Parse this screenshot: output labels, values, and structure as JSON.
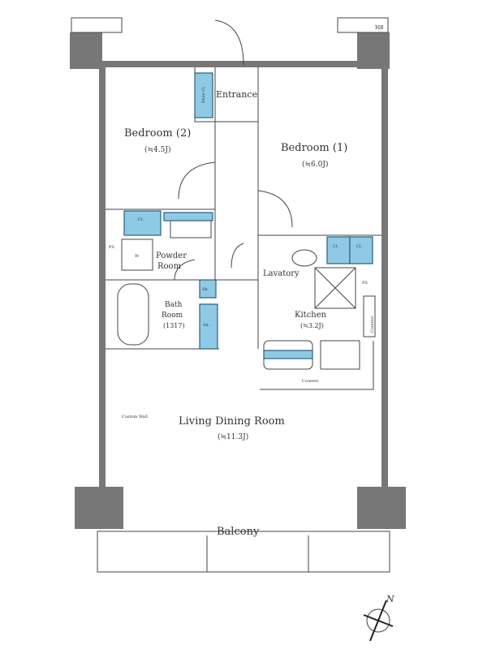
{
  "rooms": {
    "entrance": "Entrance",
    "shoe_closet": "Shoe Cl.",
    "bedroom2": "Bedroom (2)",
    "bedroom2_size": "(≒4.5J)",
    "bedroom1": "Bedroom (1)",
    "bedroom1_size": "(≒6.0J)",
    "closet": "Cl.",
    "washer": "W",
    "powder_room_1": "Powder",
    "powder_room_2": "Room",
    "ps": "PS",
    "lavatory": "Lavatory",
    "bath_1": "Bath",
    "bath_2": "Room",
    "bath_size": "(1317)",
    "shelf": "Sh.",
    "kitchen": "Kitchen",
    "kitchen_size": "(≒3.2J)",
    "counter": "Counter",
    "custom_wall": "Custom Wall",
    "ldk": "Living Dining Room",
    "ldk_size": "(≒11.3J)",
    "balcony": "Balcony",
    "mb": "MB",
    "north": "N"
  },
  "colors": {
    "storage": "#8ecae6",
    "wall": "#777777"
  }
}
